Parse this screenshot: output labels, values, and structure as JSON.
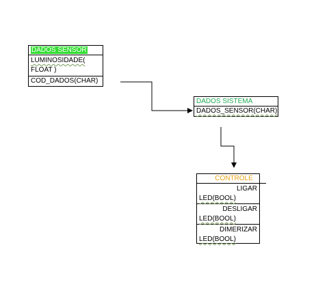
{
  "diagram": {
    "sensor": {
      "title": "DADOS SENSOR",
      "field_1_line_1": "LUMINOSIDADE(",
      "field_1_line_2": "FLOAT )",
      "field_2": "COD_DADOS(CHAR)",
      "title_bg_color": "#33dd33"
    },
    "sistema": {
      "title": "DADOS SISTEMA",
      "field_1": "DADOS_SENSOR(CHAR)",
      "title_color": "#22aa55"
    },
    "controle": {
      "title": "CONTROLE",
      "title_color": "#e8a317",
      "items": [
        {
          "line_1": "LIGAR",
          "line_2": "LED(BOOL)"
        },
        {
          "line_1": "DESLIGAR",
          "line_2": "LED(BOOL)"
        },
        {
          "line_1": "DIMERIZAR",
          "line_2": "LED(BOOL)"
        }
      ]
    }
  }
}
